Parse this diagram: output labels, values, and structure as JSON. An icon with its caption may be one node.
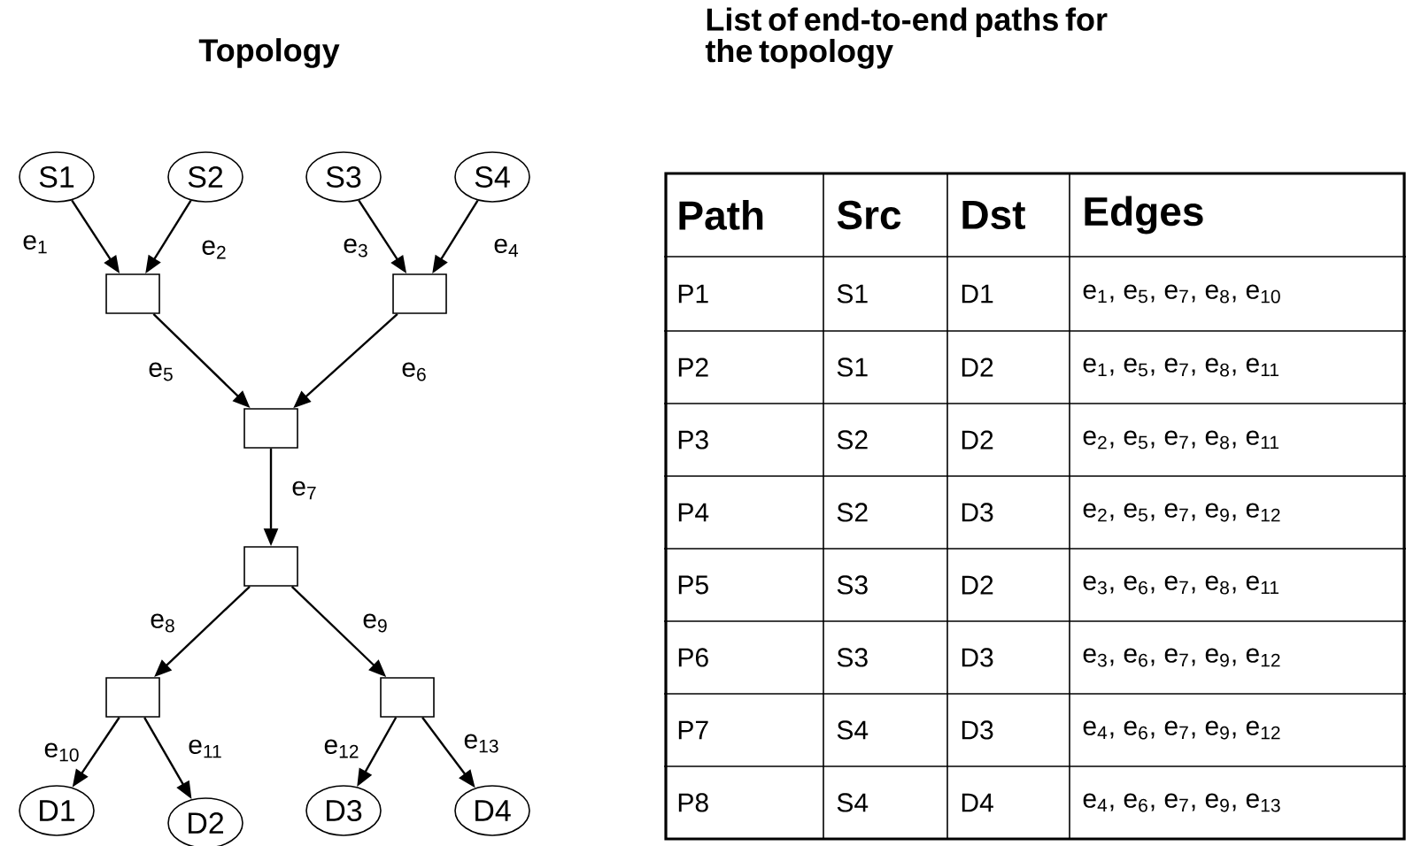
{
  "diagram": {
    "nodes": [
      {
        "text": [
          "S1"
        ]
      },
      {
        "text": [
          "S2"
        ]
      },
      {
        "text": [
          "S3"
        ]
      },
      {
        "text": [
          "S4"
        ]
      },
      {
        "text": [],
        "shape": "box"
      },
      {
        "text": [],
        "shape": "box"
      },
      {
        "text": [],
        "shape": "box"
      },
      {
        "text": [],
        "shape": "box"
      },
      {
        "text": [],
        "shape": "box"
      },
      {
        "text": [],
        "shape": "box"
      },
      {
        "text": [
          "D1"
        ]
      },
      {
        "text": [
          "D2"
        ]
      },
      {
        "text": [
          "D3"
        ]
      },
      {
        "text": [
          "D4"
        ]
      }
    ],
    "edges": [
      {
        "from": 0,
        "to": 4,
        "arrow": "to",
        "label": "e$_{1}$"
      },
      {
        "from": 1,
        "to": 4,
        "arrow": "to",
        "label": "e$_{2}$"
      },
      {
        "from": 2,
        "to": 5,
        "arrow": "to",
        "label": "e$_{3}$"
      },
      {
        "from": 3,
        "to": 5,
        "arrow": "to",
        "label": "e$_{4}$"
      },
      {
        "from": 4,
        "to": 6,
        "arrow": "to",
        "label": "e$_{5}$"
      },
      {
        "from": 5,
        "to": 6,
        "arrow": "to",
        "label": "e$_{6}$"
      },
      {
        "from": 6,
        "to": 7,
        "arrow": "to",
        "label": "e$_{7}$"
      },
      {
        "from": 7,
        "to": 8,
        "arrow": "to",
        "label": "e$_{8}$"
      },
      {
        "from": 7,
        "to": 9,
        "arrow": "to",
        "label": "e$_{9}$"
      },
      {
        "from": 8,
        "to": 10,
        "arrow": "to",
        "label": "e$_{10}$"
      },
      {
        "from": 8,
        "to": 11,
        "arrow": "to",
        "label": "e$_{11}$"
      },
      {
        "from": 9,
        "to": 12,
        "arrow": "to",
        "label": "e$_{12}$"
      },
      {
        "from": 9,
        "to": 13,
        "arrow": "to",
        "label": "e$_{13}$"
      }
    ],
    "labels": [
      "Topology",
      "List of end-to-end paths for the topology",
      "Path",
      "Src",
      "Dst",
      "Edges",
      "P1",
      "S1",
      "D1",
      "e$_{1}$, e$_{5}$, e$_{7}$, e$_{8}$, e$_{10}$",
      "P2",
      "S1",
      "D2",
      "e$_{1}$, e$_{5}$, e$_{7}$, e$_{8}$, e$_{11}$",
      "P3",
      "S2",
      "D2",
      "e$_{2}$, e$_{5}$, e$_{7}$, e$_{8}$, e$_{11}$",
      "P4",
      "S2",
      "D3",
      "e$_{2}$, e$_{5}$, e$_{7}$, e$_{9}$, e$_{12}$",
      "P5",
      "S3",
      "D2",
      "e$_{3}$, e$_{6}$, e$_{7}$, e$_{8}$, e$_{11}$",
      "P6",
      "S3",
      "D3",
      "e$_{3}$, e$_{6}$, e$_{7}$, e$_{9}$, e$_{12}$",
      "P7",
      "S4",
      "D3",
      "e$_{4}$, e$_{6}$, e$_{7}$, e$_{9}$, e$_{12}$",
      "P8",
      "S4",
      "D4",
      "e$_{4}$, e$_{6}$, e$_{7}$, e$_{9}$, e$_{13}$"
    ]
  }
}
